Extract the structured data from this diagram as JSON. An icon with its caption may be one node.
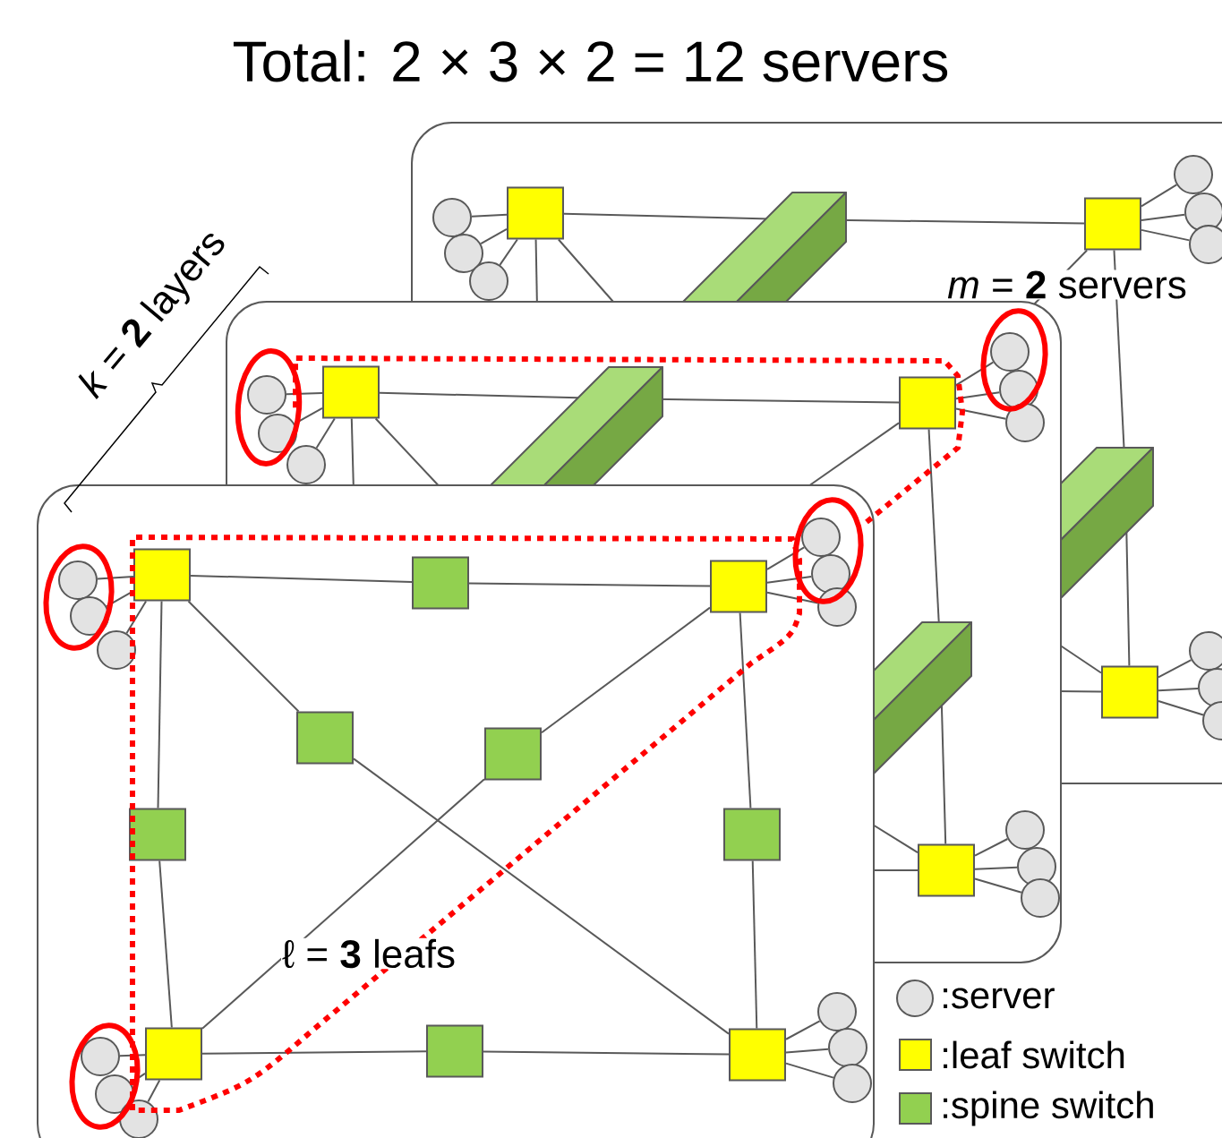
{
  "diagram": {
    "title": "Total: 2 × 3 × 2 = 12 servers",
    "nodes": [
      {
        "text": [],
        "shape": "box"
      },
      {
        "text": [],
        "shape": "box",
        "in": 0
      },
      {
        "text": [],
        "shape": "bar",
        "in": 0
      },
      {
        "text": [],
        "shape": "box",
        "in": 0
      },
      {
        "text": [],
        "shape": "bar",
        "in": 0
      },
      {
        "text": [],
        "shape": "box",
        "in": 0
      },
      {
        "text": [],
        "shape": "circle",
        "in": 0
      },
      {
        "text": [],
        "shape": "circle",
        "in": 0
      },
      {
        "text": [],
        "shape": "circle",
        "in": 0
      },
      {
        "text": [],
        "shape": "circle",
        "in": 0
      },
      {
        "text": [],
        "shape": "circle",
        "in": 0
      },
      {
        "text": [],
        "shape": "circle",
        "in": 0
      },
      {
        "text": [],
        "shape": "circle",
        "in": 0
      },
      {
        "text": [],
        "shape": "circle",
        "in": 0
      },
      {
        "text": [],
        "shape": "circle",
        "in": 0
      },
      {
        "text": [],
        "shape": "box"
      },
      {
        "text": [],
        "shape": "box",
        "in": 15
      },
      {
        "text": [],
        "shape": "bar"
      },
      {
        "text": [],
        "shape": "box"
      },
      {
        "text": [],
        "shape": "bar"
      },
      {
        "text": [],
        "shape": "box",
        "in": 15
      },
      {
        "text": [],
        "shape": "circle",
        "in": 15
      },
      {
        "text": [],
        "shape": "circle",
        "in": 15
      },
      {
        "text": [],
        "shape": "circle",
        "in": 15
      },
      {
        "text": [],
        "shape": "circle"
      },
      {
        "text": [],
        "shape": "circle"
      },
      {
        "text": [],
        "shape": "circle"
      },
      {
        "text": [],
        "shape": "circle",
        "in": 15
      },
      {
        "text": [],
        "shape": "circle",
        "in": 15
      },
      {
        "text": [],
        "shape": "circle",
        "in": 15
      },
      {
        "text": [],
        "shape": "box"
      },
      {
        "text": [],
        "shape": "box",
        "in": 30
      },
      {
        "text": [],
        "shape": "box"
      },
      {
        "text": [],
        "shape": "box"
      },
      {
        "text": [],
        "shape": "box"
      },
      {
        "text": [],
        "shape": "box"
      },
      {
        "text": [],
        "shape": "box",
        "in": 30
      },
      {
        "text": [],
        "shape": "box"
      },
      {
        "text": [],
        "shape": "box",
        "in": 30
      },
      {
        "text": [],
        "shape": "box",
        "in": 30
      },
      {
        "text": [],
        "shape": "box",
        "in": 30
      },
      {
        "text": [],
        "shape": "circle",
        "in": 30
      },
      {
        "text": [],
        "shape": "circle",
        "in": 30
      },
      {
        "text": [],
        "shape": "circle",
        "in": 30
      },
      {
        "text": [],
        "shape": "circle"
      },
      {
        "text": [],
        "shape": "circle"
      },
      {
        "text": [],
        "shape": "circle"
      },
      {
        "text": [],
        "shape": "circle",
        "in": 30
      },
      {
        "text": [],
        "shape": "circle",
        "in": 30
      },
      {
        "text": [],
        "shape": "circle",
        "in": 30
      },
      {
        "text": [],
        "shape": "circle",
        "in": 30
      },
      {
        "text": [],
        "shape": "circle",
        "in": 30
      },
      {
        "text": [],
        "shape": "circle",
        "in": 30
      }
    ],
    "edges": [
      {
        "from": 1,
        "to": 2,
        "arrow": "none"
      },
      {
        "from": 2,
        "to": 3,
        "arrow": "none"
      },
      {
        "from": 3,
        "to": 4,
        "arrow": "none"
      },
      {
        "from": 4,
        "to": 5,
        "arrow": "none"
      },
      {
        "from": 1,
        "to": 15,
        "arrow": "none"
      },
      {
        "from": 1,
        "to": 15,
        "arrow": "none"
      },
      {
        "from": 3,
        "to": 15,
        "arrow": "none"
      },
      {
        "from": 15,
        "to": 5,
        "arrow": "none"
      },
      {
        "from": 15,
        "to": 5,
        "arrow": "none"
      },
      {
        "from": 1,
        "to": 6,
        "arrow": "none"
      },
      {
        "from": 1,
        "to": 7,
        "arrow": "none"
      },
      {
        "from": 1,
        "to": 8,
        "arrow": "none"
      },
      {
        "from": 3,
        "to": 9,
        "arrow": "none"
      },
      {
        "from": 3,
        "to": 10,
        "arrow": "none"
      },
      {
        "from": 3,
        "to": 11,
        "arrow": "none"
      },
      {
        "from": 5,
        "to": 12,
        "arrow": "none"
      },
      {
        "from": 5,
        "to": 13,
        "arrow": "none"
      },
      {
        "from": 5,
        "to": 14,
        "arrow": "none"
      },
      {
        "from": 16,
        "to": 17,
        "arrow": "none"
      },
      {
        "from": 17,
        "to": 18,
        "arrow": "none"
      },
      {
        "from": 18,
        "to": 19,
        "arrow": "none"
      },
      {
        "from": 19,
        "to": 20,
        "arrow": "none"
      },
      {
        "from": 16,
        "to": 30,
        "arrow": "none"
      },
      {
        "from": 16,
        "to": 30,
        "arrow": "none"
      },
      {
        "from": 18,
        "to": 30,
        "arrow": "none"
      },
      {
        "from": 30,
        "to": 20,
        "arrow": "none"
      },
      {
        "from": 30,
        "to": 20,
        "arrow": "none"
      },
      {
        "from": 16,
        "to": 21,
        "arrow": "none"
      },
      {
        "from": 16,
        "to": 22,
        "arrow": "none"
      },
      {
        "from": 16,
        "to": 23,
        "arrow": "none"
      },
      {
        "from": 18,
        "to": 24,
        "arrow": "none"
      },
      {
        "from": 18,
        "to": 25,
        "arrow": "none"
      },
      {
        "from": 18,
        "to": 26,
        "arrow": "none"
      },
      {
        "from": 20,
        "to": 27,
        "arrow": "none"
      },
      {
        "from": 20,
        "to": 28,
        "arrow": "none"
      },
      {
        "from": 20,
        "to": 29,
        "arrow": "none"
      },
      {
        "from": 31,
        "to": 32,
        "arrow": "none"
      },
      {
        "from": 32,
        "to": 33,
        "arrow": "none"
      },
      {
        "from": 31,
        "to": 34,
        "arrow": "none"
      },
      {
        "from": 34,
        "to": 40,
        "arrow": "none"
      },
      {
        "from": 31,
        "to": 36,
        "arrow": "none"
      },
      {
        "from": 36,
        "to": 38,
        "arrow": "none"
      },
      {
        "from": 33,
        "to": 35,
        "arrow": "none"
      },
      {
        "from": 35,
        "to": 38,
        "arrow": "none"
      },
      {
        "from": 33,
        "to": 37,
        "arrow": "none"
      },
      {
        "from": 37,
        "to": 40,
        "arrow": "none"
      },
      {
        "from": 38,
        "to": 39,
        "arrow": "none"
      },
      {
        "from": 39,
        "to": 40,
        "arrow": "none"
      },
      {
        "from": 31,
        "to": 41,
        "arrow": "none"
      },
      {
        "from": 31,
        "to": 42,
        "arrow": "none"
      },
      {
        "from": 31,
        "to": 43,
        "arrow": "none"
      },
      {
        "from": 33,
        "to": 44,
        "arrow": "none"
      },
      {
        "from": 33,
        "to": 45,
        "arrow": "none"
      },
      {
        "from": 33,
        "to": 46,
        "arrow": "none"
      },
      {
        "from": 38,
        "to": 47,
        "arrow": "none"
      },
      {
        "from": 38,
        "to": 48,
        "arrow": "none"
      },
      {
        "from": 38,
        "to": 49,
        "arrow": "none"
      },
      {
        "from": 40,
        "to": 50,
        "arrow": "none"
      },
      {
        "from": 40,
        "to": 51,
        "arrow": "none"
      },
      {
        "from": 40,
        "to": 52,
        "arrow": "none"
      }
    ],
    "labels": [
      "*k* = **2** layers",
      "*m* = **2** servers",
      "ℓ = **3** leafs"
    ],
    "legend": [
      {
        "text": ":server"
      },
      {
        "text": ":leaf switch",
        "color": "#ffff00"
      },
      {
        "text": ":spine switch",
        "color": "#92d050"
      }
    ]
  }
}
